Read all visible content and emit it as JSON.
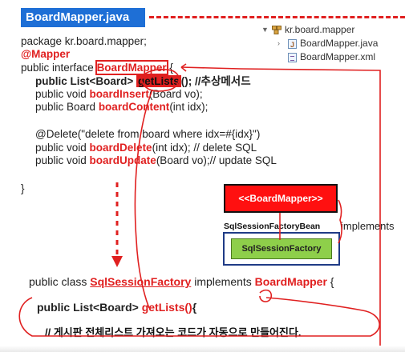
{
  "file_tab": "BoardMapper.java",
  "code": {
    "package_line": "package kr.board.mapper;",
    "annotation": "@Mapper",
    "interface_prefix": "public interface ",
    "interface_name": "BoardMapper",
    "interface_suffix": " {",
    "m1_prefix": "public List<Board> ",
    "m1_name": "getLists",
    "m1_suffix": "(); //추상메서드",
    "m2_prefix": "public void ",
    "m2_name": "boardInsert",
    "m2_suffix": "(Board vo);",
    "m3_prefix": "public Board ",
    "m3_name": "boardContent",
    "m3_suffix": "(int idx);",
    "delete_annotation": "@Delete(\"delete from board where idx=#{idx}\")",
    "m4_prefix": "public void ",
    "m4_name": "boardDelete",
    "m4_suffix": "(int idx); // delete SQL",
    "m5_prefix": "public void ",
    "m5_name": "boardUpdate",
    "m5_suffix": "(Board vo);// update SQL",
    "close_brace": "}"
  },
  "project_tree": {
    "package": "kr.board.mapper",
    "files": [
      "BoardMapper.java",
      "BoardMapper.xml"
    ]
  },
  "diagram": {
    "mapper_label": "<<BoardMapper>>",
    "factory_bean_label": "SqlSessionFactoryBean",
    "implements_label": "implements",
    "factory_label": "SqlSessionFactory"
  },
  "impl": {
    "class_prefix": "public class ",
    "class_name": "SqlSessionFactory",
    "class_mid": " implements ",
    "class_iface": "BoardMapper",
    "class_suffix": " {",
    "method_prefix": "public List<Board> ",
    "method_name": "getLists()",
    "method_suffix": "{",
    "note": "// 게시판 전체리스트 가져오는 코드가 자동으로 만들어진다."
  },
  "colors": {
    "accent_blue": "#1e6fd6",
    "keyword_red": "#e02020",
    "factory_green": "#8ecf4a",
    "box_navy": "#1f3b86"
  }
}
